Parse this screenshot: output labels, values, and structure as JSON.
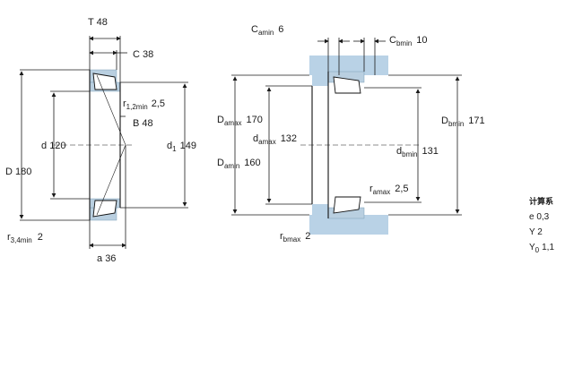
{
  "left_view": {
    "T": "T",
    "T_val": "48",
    "C": "C",
    "C_val": "38",
    "r12": "r",
    "r12_sub": "1,2min",
    "r12_val": "2,5",
    "B": "B",
    "B_val": "48",
    "d": "d",
    "d_val": "120",
    "d1": "d",
    "d1_sub": "1",
    "d1_val": "149",
    "D": "D",
    "D_val": "180",
    "r34": "r",
    "r34_sub": "3,4min",
    "r34_val": "2",
    "a": "a",
    "a_val": "36"
  },
  "right_view": {
    "Ca": "C",
    "Ca_sub": "amin",
    "Ca_val": "6",
    "Cb": "C",
    "Cb_sub": "bmin",
    "Cb_val": "10",
    "Damax": "D",
    "Damax_sub": "amax",
    "Damax_val": "170",
    "damax": "d",
    "damax_sub": "amax",
    "damax_val": "132",
    "Damin": "D",
    "Damin_sub": "amin",
    "Damin_val": "160",
    "Dbmin": "D",
    "Dbmin_sub": "bmin",
    "Dbmin_val": "171",
    "dbmin": "d",
    "dbmin_sub": "bmin",
    "dbmin_val": "131",
    "ramax": "r",
    "ramax_sub": "amax",
    "ramax_val": "2,5",
    "rbmax": "r",
    "rbmax_sub": "bmax",
    "rbmax_val": "2"
  },
  "calc": {
    "title": "计算系",
    "e": "e",
    "e_val": "0,3",
    "Y": "Y",
    "Y_val": "2",
    "Y0": "Y",
    "Y0_sub": "0",
    "Y0_val": "1,1"
  },
  "colors": {
    "hatch": "#b9cfe0",
    "abutment": "#b9d2e6",
    "line": "#1a1a1a"
  }
}
